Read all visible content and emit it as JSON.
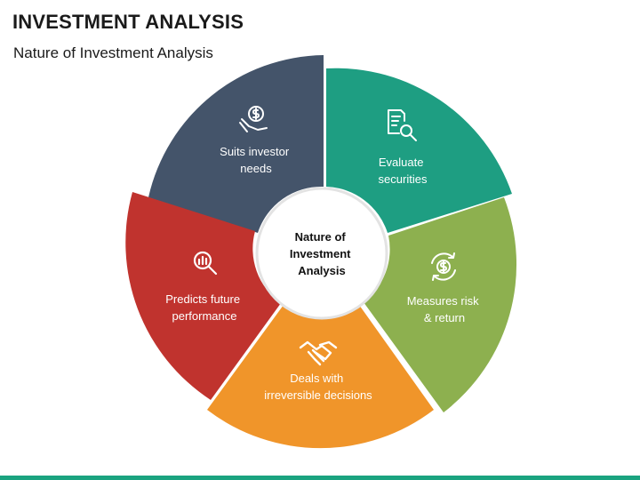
{
  "header": {
    "title": "INVESTMENT ANALYSIS",
    "subtitle": "Nature of Investment Analysis"
  },
  "center": {
    "lines": [
      "Nature of",
      "Investment",
      "Analysis"
    ]
  },
  "segments": [
    {
      "id": "suits-investor-needs",
      "lines": [
        "Suits investor",
        "needs"
      ],
      "color": "#44546a",
      "icon": "hand-dollar-icon"
    },
    {
      "id": "evaluate-securities",
      "lines": [
        "Evaluate",
        "securities"
      ],
      "color": "#1e9e82",
      "icon": "document-search-icon"
    },
    {
      "id": "measures-risk-return",
      "lines": [
        "Measures risk",
        "& return"
      ],
      "color": "#8db04f",
      "icon": "dollar-cycle-icon"
    },
    {
      "id": "deals-irreversible-decisions",
      "lines": [
        "Deals with",
        "irreversible decisions"
      ],
      "color": "#f0952a",
      "icon": "handshake-icon"
    },
    {
      "id": "predicts-future-performance",
      "lines": [
        "Predicts future",
        "performance"
      ],
      "color": "#c0332e",
      "icon": "magnify-chart-icon"
    }
  ],
  "colors": {
    "bottom_bar": "#1aa37f",
    "title_text": "#1a1a1a",
    "center_fill": "#ffffff",
    "center_stroke": "#e3e3e3"
  }
}
